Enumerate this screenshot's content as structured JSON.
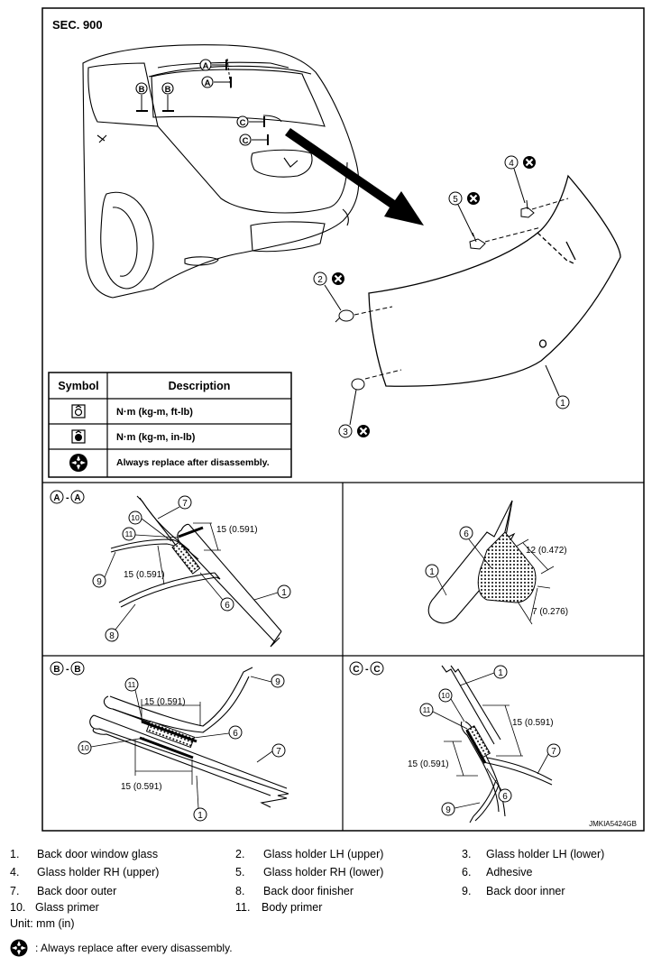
{
  "section": "SEC. 900",
  "figure_code": "JMKIA5424GB",
  "callout_letters": {
    "a": "A",
    "b": "B",
    "c": "C"
  },
  "view_labels": {
    "a": "A",
    "b": "B",
    "c": "C"
  },
  "table": {
    "headers": {
      "symbol": "Symbol",
      "description": "Description"
    },
    "rows": [
      {
        "description": "N·m (kg-m, ft-lb)"
      },
      {
        "description": "N·m (kg-m, in-lb)"
      },
      {
        "description": "Always replace after disassembly."
      }
    ]
  },
  "part_numbers": [
    "1",
    "2",
    "3",
    "4",
    "5",
    "6",
    "7",
    "8",
    "9",
    "10",
    "11"
  ],
  "dimensions": {
    "d15": "15 (0.591)",
    "d12": "12 (0.472)",
    "d7": "7 (0.276)"
  },
  "legend": [
    {
      "num": "1.",
      "label": "Back door window glass"
    },
    {
      "num": "2.",
      "label": "Glass holder LH (upper)"
    },
    {
      "num": "3.",
      "label": "Glass holder LH (lower)"
    },
    {
      "num": "4.",
      "label": "Glass holder RH (upper)"
    },
    {
      "num": "5.",
      "label": "Glass holder RH (lower)"
    },
    {
      "num": "6.",
      "label": "Adhesive"
    },
    {
      "num": "7.",
      "label": "Back door outer"
    },
    {
      "num": "8.",
      "label": "Back door finisher"
    },
    {
      "num": "9.",
      "label": "Back door inner"
    },
    {
      "num": "10.",
      "label": "Glass primer"
    },
    {
      "num": "11.",
      "label": "Body primer"
    }
  ],
  "unit_text": "Unit: mm (in)",
  "replace_note": ": Always replace after every disassembly."
}
